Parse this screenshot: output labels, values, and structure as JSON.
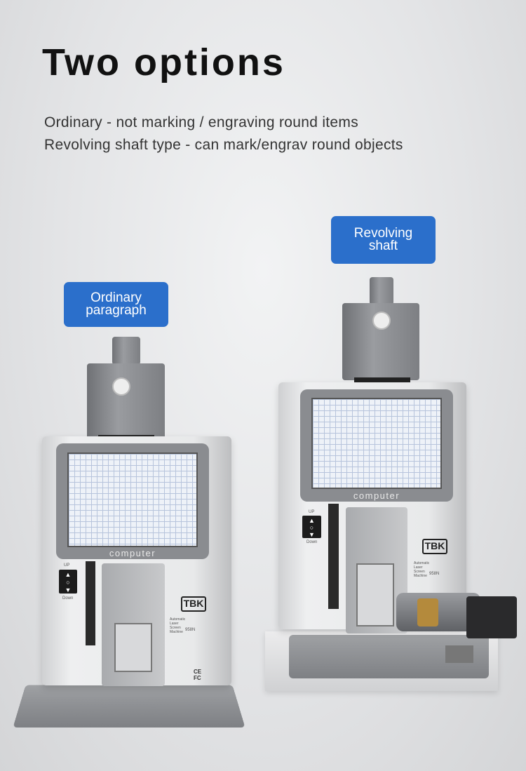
{
  "title": "Two options",
  "subtitle_lines": [
    "Ordinary - not marking / engraving round items",
    "Revolving shaft type - can mark/engrav round objects"
  ],
  "labels": {
    "ordinary": [
      "Ordinary",
      "paragraph"
    ],
    "revolving": [
      "Revolving",
      "shaft"
    ]
  },
  "machine": {
    "bezel_text": "computer",
    "brand": "TBK",
    "product_name": "Automatic Laser Screen Machine",
    "model": "958N",
    "switch_up": "UP",
    "switch_down": "Down",
    "cert": "CE FC"
  },
  "colors": {
    "tag": "#2b6fcb"
  }
}
